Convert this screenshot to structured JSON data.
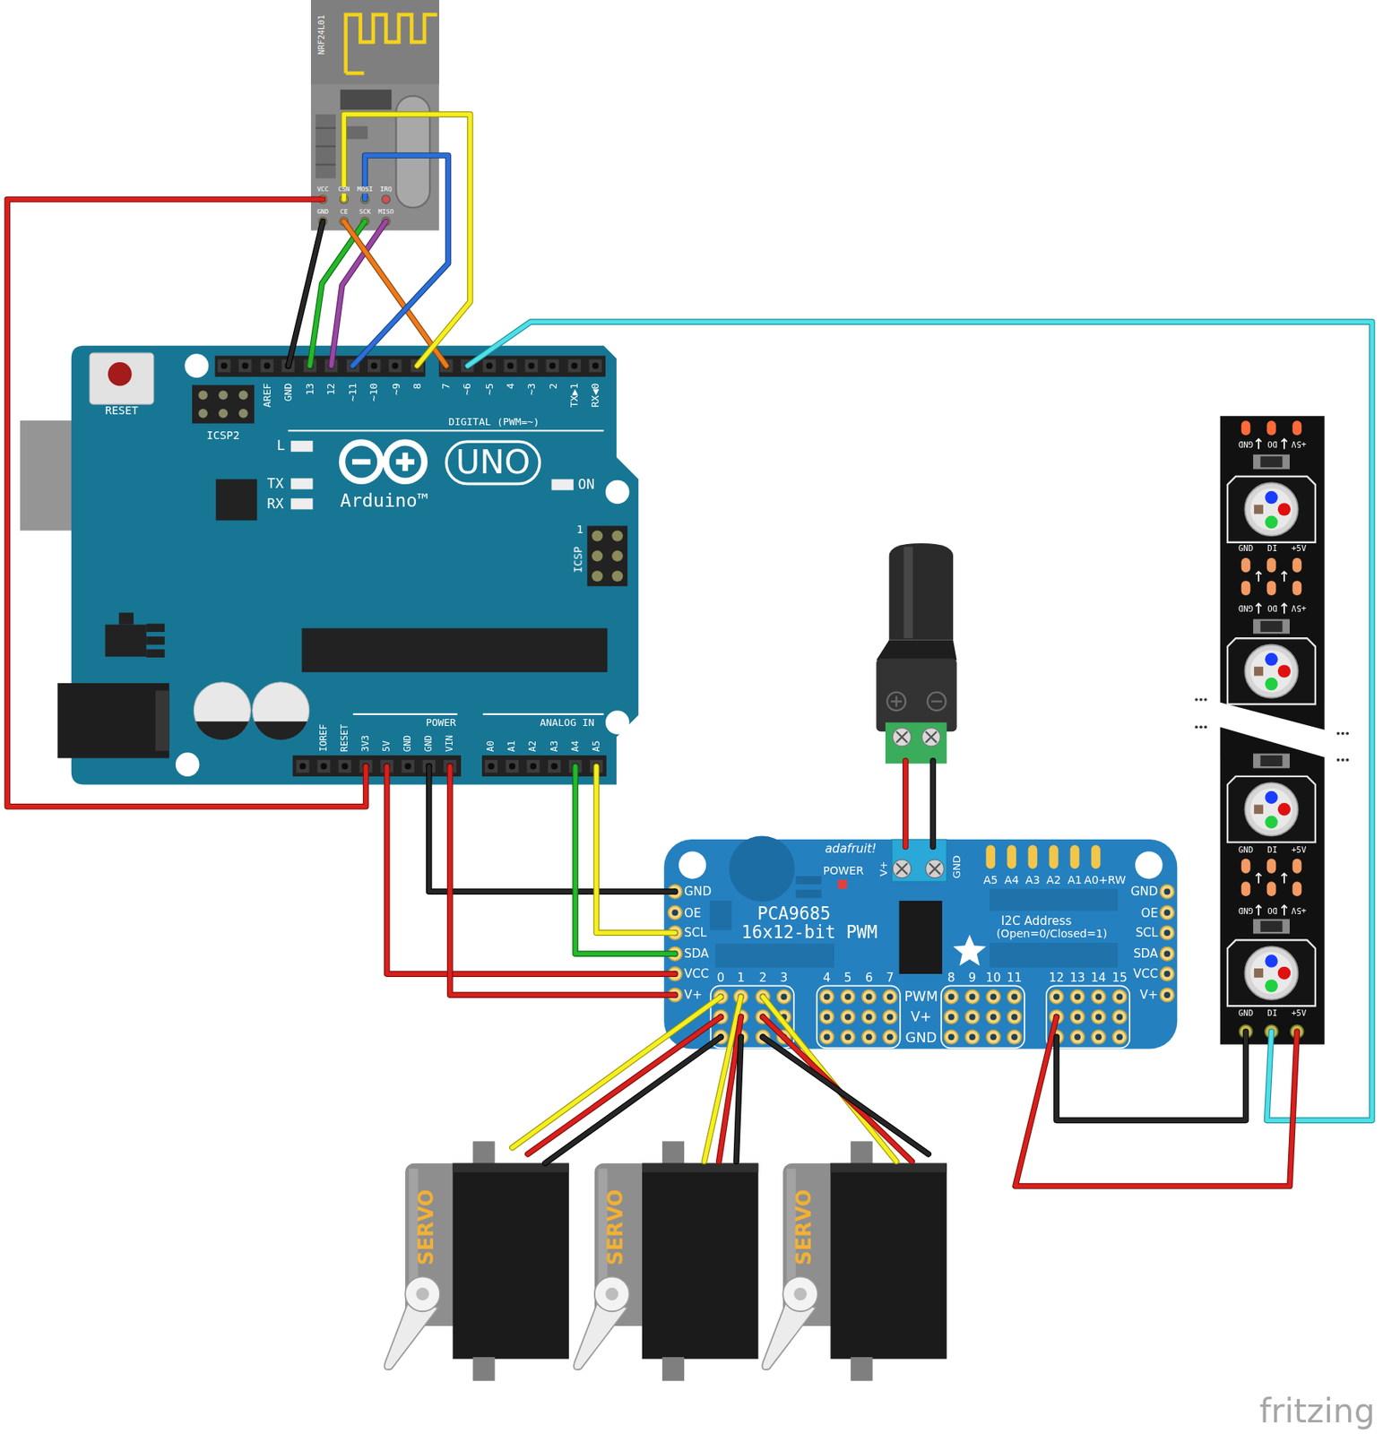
{
  "diagram": {
    "nodes": [
      {
        "text": [
          "NRF24L01"
        ]
      },
      {
        "text": [
          "UNO",
          "Arduino™"
        ]
      },
      {
        "text": [
          "PCA9685",
          "16x12-bit PWM"
        ]
      },
      {
        "text": [
          "GND",
          "DI",
          "+5V"
        ]
      },
      {
        "text": [
          "SERVO"
        ]
      },
      {
        "text": [
          "SERVO"
        ]
      },
      {
        "text": [
          "SERVO"
        ]
      }
    ],
    "edges": [
      {
        "from": 0,
        "to": 1,
        "arrow": "none"
      },
      {
        "from": 0,
        "to": 1,
        "arrow": "none"
      },
      {
        "from": 0,
        "to": 1,
        "arrow": "none"
      },
      {
        "from": 0,
        "to": 1,
        "arrow": "none"
      },
      {
        "from": 0,
        "to": 1,
        "arrow": "none"
      },
      {
        "from": 0,
        "to": 1,
        "arrow": "none"
      },
      {
        "from": 0,
        "to": 1,
        "arrow": "none"
      },
      {
        "from": 1,
        "to": 2,
        "arrow": "none"
      },
      {
        "from": 1,
        "to": 2,
        "arrow": "none"
      },
      {
        "from": 1,
        "to": 2,
        "arrow": "none"
      },
      {
        "from": 1,
        "to": 2,
        "arrow": "none"
      },
      {
        "from": 1,
        "to": 2,
        "arrow": "none"
      },
      {
        "from": 1,
        "to": 3,
        "arrow": "none"
      },
      {
        "from": 2,
        "to": 3,
        "arrow": "none"
      },
      {
        "from": 2,
        "to": 3,
        "arrow": "none"
      },
      {
        "from": 2,
        "to": 4,
        "arrow": "none"
      },
      {
        "from": 2,
        "to": 4,
        "arrow": "none"
      },
      {
        "from": 2,
        "to": 4,
        "arrow": "none"
      },
      {
        "from": 2,
        "to": 5,
        "arrow": "none"
      },
      {
        "from": 2,
        "to": 5,
        "arrow": "none"
      },
      {
        "from": 2,
        "to": 5,
        "arrow": "none"
      },
      {
        "from": 2,
        "to": 6,
        "arrow": "none"
      },
      {
        "from": 2,
        "to": 6,
        "arrow": "none"
      },
      {
        "from": 2,
        "to": 6,
        "arrow": "none"
      }
    ],
    "labels": [
      "VCC",
      "CSN",
      "MOSI",
      "IRQ",
      "GND",
      "CE",
      "SCK",
      "MISO",
      "RESET",
      "ICSP2",
      "AREF",
      "GND",
      "13",
      "12",
      "~11",
      "~10",
      "~9",
      "8",
      "7",
      "~6",
      "~5",
      "4",
      "~3",
      "2",
      "TX▶1",
      "RX◀0",
      "DIGITAL (PWM=~)",
      "L",
      "TX",
      "RX",
      "ON",
      "1",
      "ICSP",
      "IOREF",
      "RESET",
      "3V3",
      "5V",
      "GND",
      "GND",
      "VIN",
      "POWER",
      "ANALOG IN",
      "A0",
      "A1",
      "A2",
      "A3",
      "A4",
      "A5",
      "adafruit!",
      "POWER",
      "V+",
      "GND",
      "A5",
      "A4",
      "A3",
      "A2",
      "A1",
      "A0+RW",
      "I2C Address",
      "(Open=0/Closed=1)",
      "GND",
      "OE",
      "SCL",
      "SDA",
      "VCC",
      "V+",
      "GND",
      "OE",
      "SCL",
      "SDA",
      "VCC",
      "V+",
      "0",
      "1",
      "2",
      "3",
      "4",
      "5",
      "6",
      "7",
      "8",
      "9",
      "10",
      "11",
      "12",
      "13",
      "14",
      "15",
      "PWM",
      "V+",
      "GND",
      "GND",
      "DO",
      "+5V",
      "GND",
      "DI",
      "+5V",
      "GND",
      "DO",
      "+5V",
      "GND",
      "DI",
      "+5V",
      "GND",
      "DO",
      "+5V",
      "fritzing"
    ]
  }
}
